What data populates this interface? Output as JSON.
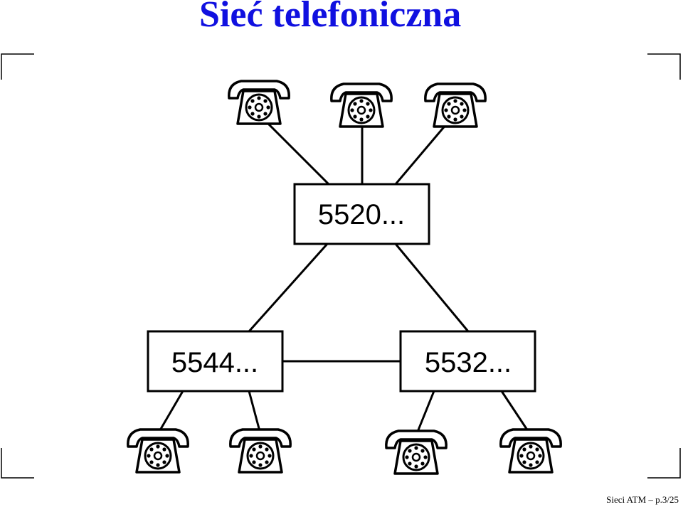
{
  "title": "Sieć telefoniczna",
  "footer": "Sieci ATM – p.3/25",
  "exchanges": [
    {
      "id": "top",
      "label": "5520..."
    },
    {
      "id": "left",
      "label": "5544..."
    },
    {
      "id": "right",
      "label": "5532..."
    }
  ],
  "phone_icon": "rotary-phone-icon"
}
